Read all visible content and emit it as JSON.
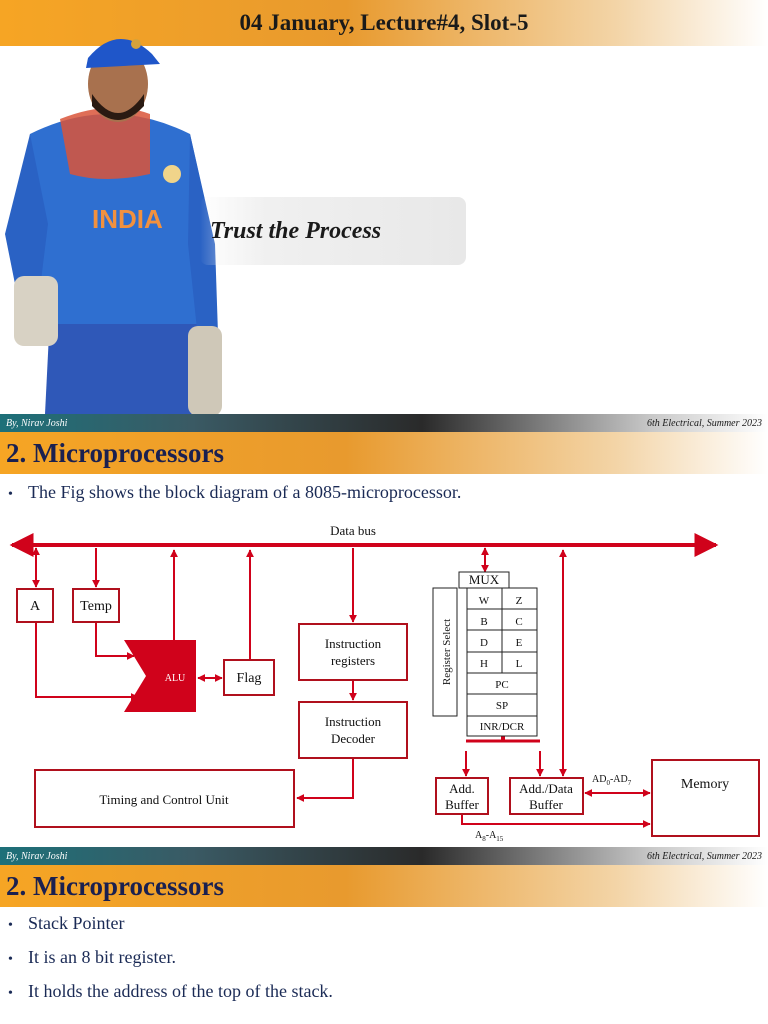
{
  "slide1": {
    "title": "04 January, Lecture#4, Slot-5",
    "quote": "Trust the Process",
    "jersey_text": "INDIA",
    "footer_left": "By, Nirav Joshi",
    "footer_right": "6th Electrical, Summer 2023"
  },
  "slide2": {
    "title": "2. Microprocessors",
    "bullet": "The Fig shows the block diagram of a 8085-microprocessor.",
    "diagram": {
      "data_bus": "Data bus",
      "a": "A",
      "temp": "Temp",
      "alu": "ALU",
      "flag": "Flag",
      "instr_reg_1": "Instruction",
      "instr_reg_2": "registers",
      "instr_dec_1": "Instruction",
      "instr_dec_2": "Decoder",
      "timing": "Timing and Control Unit",
      "mux": "MUX",
      "reg_select": "Register Select",
      "w": "W",
      "z": "Z",
      "b": "B",
      "c": "C",
      "d": "D",
      "e": "E",
      "h": "H",
      "l": "L",
      "pc": "PC",
      "sp": "SP",
      "inr_dcr": "INR/DCR",
      "add_buffer_1": "Add.",
      "add_buffer_2": "Buffer",
      "add_data_1": "Add./Data",
      "add_data_2": "Buffer",
      "memory": "Memory",
      "ad_main": "AD",
      "ad_sub0": "0",
      "ad_dash": "-AD",
      "ad_sub7": "7",
      "a_main": "A",
      "a_sub8": "8",
      "a_dash": "-A",
      "a_sub15": "15"
    },
    "footer_left": "By, Nirav Joshi",
    "footer_right": "6th Electrical, Summer 2023"
  },
  "slide3": {
    "title": "2. Microprocessors",
    "bullets": [
      "Stack Pointer",
      "It is an 8 bit register.",
      "It holds the address of the top of the stack."
    ]
  },
  "colors": {
    "accent_red": "#d0021b",
    "title_orange": "#f6a524",
    "title_navy": "#1a2050"
  }
}
